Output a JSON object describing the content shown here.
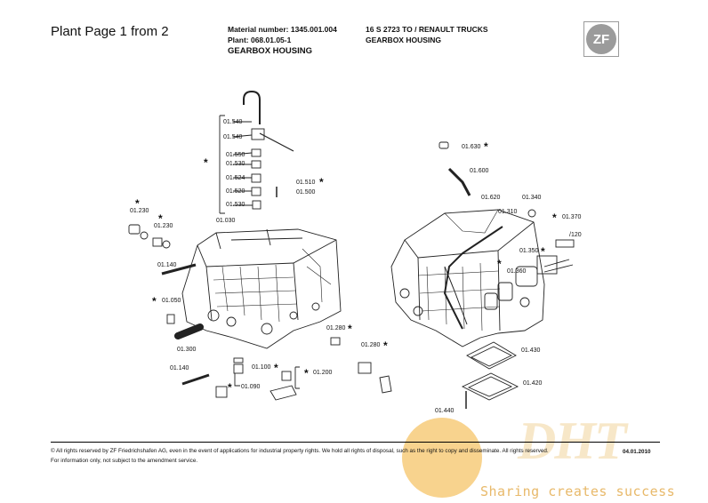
{
  "header": {
    "page_title": "Plant Page 1 from 2",
    "material_number": "Material number: 1345.001.004",
    "plant": "Plant: 068.01.05-1",
    "group_title": "GEARBOX HOUSING",
    "model": "16 S 2723 TO / RENAULT TRUCKS",
    "model_group": "GEARBOX HOUSING",
    "logo_text": "ZF"
  },
  "part_labels": {
    "p01540a": "01.540",
    "p01540b": "01.540",
    "p01550": "01.550",
    "p01530a": "01.530",
    "p01524": "01.524",
    "p01520": "01.520",
    "p01530b": "01.530",
    "p01510": "01.510",
    "p01500": "01.500",
    "p01230a": "01.230",
    "p01230b": "01.230",
    "p01030": "01.030",
    "p01140a": "01.140",
    "p01050": "01.050",
    "p01300": "01.300",
    "p01280a": "01.280",
    "p01280b": "01.280",
    "p01140b": "01.140",
    "p01100": "01.100",
    "p01200": "01.200",
    "p01090": "01.090",
    "p01630": "01.630",
    "p01600": "01.600",
    "p01620": "01.620",
    "p01340": "01.340",
    "p01310": "01.310",
    "p01370": "01.370",
    "p01370sub": "/120",
    "p01350": "01.350",
    "p01360": "01.360",
    "p01430": "01.430",
    "p01420": "01.420",
    "p01440": "01.440"
  },
  "footer": {
    "rights": "© All rights reserved by ZF Friedrichshafen AG, even in the event of applications for industrial property rights. We hold all rights of disposal, such as the right to copy and disseminate. All rights reserved.",
    "info": "For information only, not subject to the amendment service.",
    "date": "04.01.2010"
  },
  "watermark": {
    "logo": "DHT",
    "slogan": "Sharing creates success"
  }
}
